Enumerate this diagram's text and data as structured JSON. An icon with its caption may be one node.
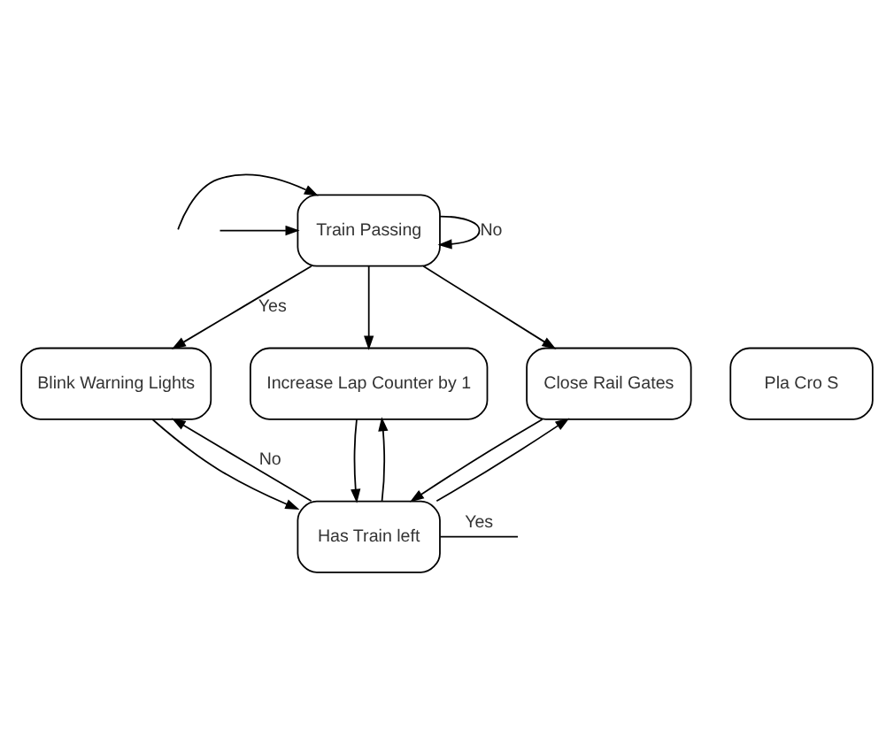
{
  "diagram": {
    "nodes": [
      {
        "text": [
          "Train Passing"
        ]
      },
      {
        "text": [
          "Blink Warning Lights"
        ]
      },
      {
        "text": [
          "Increase Lap Counter by 1"
        ]
      },
      {
        "text": [
          "Close Rail Gates"
        ]
      },
      {
        "text": [
          "Pla Cro S"
        ]
      },
      {
        "text": [
          "Has Train left"
        ]
      }
    ],
    "edges": [
      {
        "from": 0,
        "to": 0,
        "label": "No",
        "arrow": "to"
      },
      {
        "from": null,
        "to": 0,
        "arrow": "to"
      },
      {
        "from": null,
        "to": 0,
        "arrow": "to"
      },
      {
        "from": 0,
        "to": 1,
        "label": "Yes",
        "arrow": "to"
      },
      {
        "from": 0,
        "to": 2,
        "arrow": "to"
      },
      {
        "from": 0,
        "to": 3,
        "arrow": "to"
      },
      {
        "from": 5,
        "to": 1,
        "label": "No",
        "arrow": "to"
      },
      {
        "from": 5,
        "to": 2,
        "arrow": "to"
      },
      {
        "from": 5,
        "to": 3,
        "arrow": "to"
      },
      {
        "from": 1,
        "to": 5,
        "arrow": "to"
      },
      {
        "from": 2,
        "to": 5,
        "arrow": "to"
      },
      {
        "from": 3,
        "to": 5,
        "arrow": "to"
      },
      {
        "from": 5,
        "to": null,
        "label": "Yes",
        "arrow": "none"
      }
    ]
  }
}
